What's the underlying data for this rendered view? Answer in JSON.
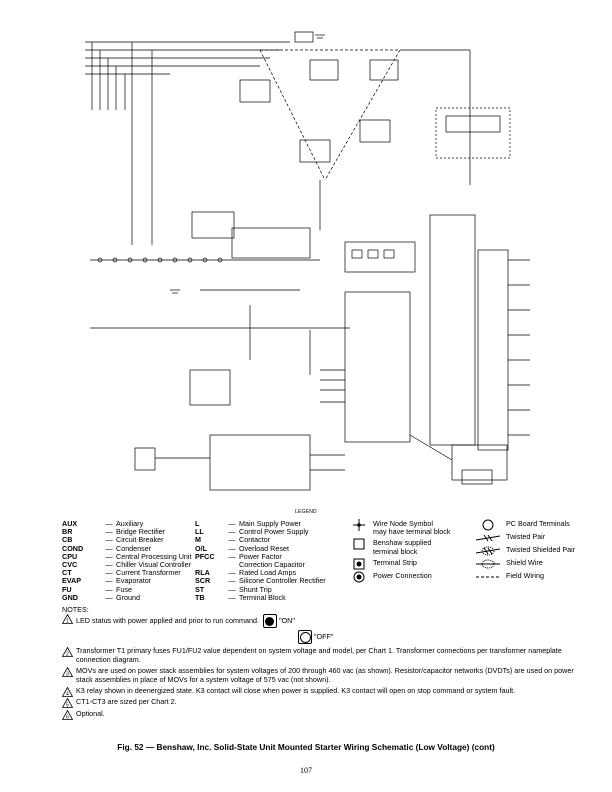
{
  "legend_title": "LEGEND",
  "abbreviations_col1": [
    {
      "code": "AUX",
      "desc": "Auxiliary"
    },
    {
      "code": "BR",
      "desc": "Bridge Rectifier"
    },
    {
      "code": "CB",
      "desc": "Circuit Breaker"
    },
    {
      "code": "COND",
      "desc": "Condenser"
    },
    {
      "code": "CPU",
      "desc": "Central Processing Unit"
    },
    {
      "code": "CVC",
      "desc": "Chiller Visual Controller"
    },
    {
      "code": "CT",
      "desc": "Current Transformer"
    },
    {
      "code": "EVAP",
      "desc": "Evaporator"
    },
    {
      "code": "FU",
      "desc": "Fuse"
    },
    {
      "code": "GND",
      "desc": "Ground"
    }
  ],
  "abbreviations_col2": [
    {
      "code": "L",
      "desc": "Main Supply Power"
    },
    {
      "code": "LL",
      "desc": "Control Power Supply"
    },
    {
      "code": "M",
      "desc": "Contactor"
    },
    {
      "code": "O/L",
      "desc": "Overload Reset"
    },
    {
      "code": "PFCC",
      "desc": "Power Factor"
    },
    {
      "code": "",
      "desc": "Correction Capacitor"
    },
    {
      "code": "RLA",
      "desc": "Rated Load Amps"
    },
    {
      "code": "SCR",
      "desc": "Silicone Controller Rectifier"
    },
    {
      "code": "ST",
      "desc": "Shunt Trip"
    },
    {
      "code": "TB",
      "desc": "Terminal Block"
    }
  ],
  "symbols_col1": [
    {
      "icon": "wire-node-icon",
      "lines": [
        "Wire Node Symbol",
        "may have terminal block"
      ]
    },
    {
      "icon": "benshaw-block-icon",
      "lines": [
        "Benshaw supplied",
        "terminal block"
      ]
    },
    {
      "icon": "terminal-strip-icon",
      "lines": [
        "Terminal Strip"
      ]
    },
    {
      "icon": "power-connection-icon",
      "lines": [
        "Power Connection"
      ]
    }
  ],
  "symbols_col2": [
    {
      "icon": "pc-board-terminal-icon",
      "label": "PC Board Terminals"
    },
    {
      "icon": "twisted-pair-icon",
      "label": "Twisted Pair"
    },
    {
      "icon": "twisted-shielded-pair-icon",
      "label": "Twisted Shielded Pair"
    },
    {
      "icon": "shield-wire-icon",
      "label": "Shield Wire"
    },
    {
      "icon": "field-wiring-icon",
      "label": "Field Wiring"
    }
  ],
  "notes_title": "NOTES:",
  "note1": {
    "num": "1",
    "text": "LED status with power applied and prior to run command.",
    "on_label": "\"ON\"",
    "off_label": "\"OFF\""
  },
  "note2": {
    "num": "2",
    "text": "Transformer T1 primary fuses FU1/FU2 value dependent on system voltage and model, per Chart 1. Transformer connections per transformer nameplate connection diagram."
  },
  "note3": {
    "num": "3",
    "text": "MOVs are used on power stack assemblies for system voltages of 200 through 460 vac (as shown). Resistor/capacitor networks (DVDTs) are used on power stack assemblies in place of MOVs for a system voltage of 575 vac (not shown)."
  },
  "note4": {
    "num": "4",
    "text": "K3 relay shown in deenergized state. K3 contact will close when power is supplied. K3 contact will open on stop command or system fault."
  },
  "note5": {
    "num": "5",
    "text": "CT1-CT3 are sized per Chart 2."
  },
  "note6": {
    "num": "6",
    "text": "Optional."
  },
  "caption": "Fig. 52 — Benshaw, Inc. Solid-State Unit Mounted Starter Wiring Schematic (Low Voltage) (cont)",
  "page_number": "107",
  "colors": {
    "ink": "#000000",
    "led_on": "#000000",
    "led_off": "#ffffff"
  }
}
